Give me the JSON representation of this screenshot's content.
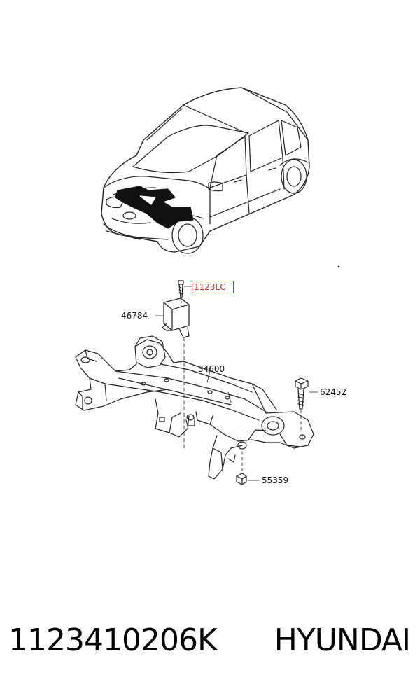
{
  "diagram": {
    "labels": {
      "bolt_top": "1123LC",
      "bracket": "46784",
      "crossmember": "34600",
      "bolt_right": "62452",
      "nut": "55359"
    },
    "highlight_color": "#d9302c"
  },
  "footer": {
    "part_number": "1123410206K",
    "brand": "HYUNDAI"
  }
}
